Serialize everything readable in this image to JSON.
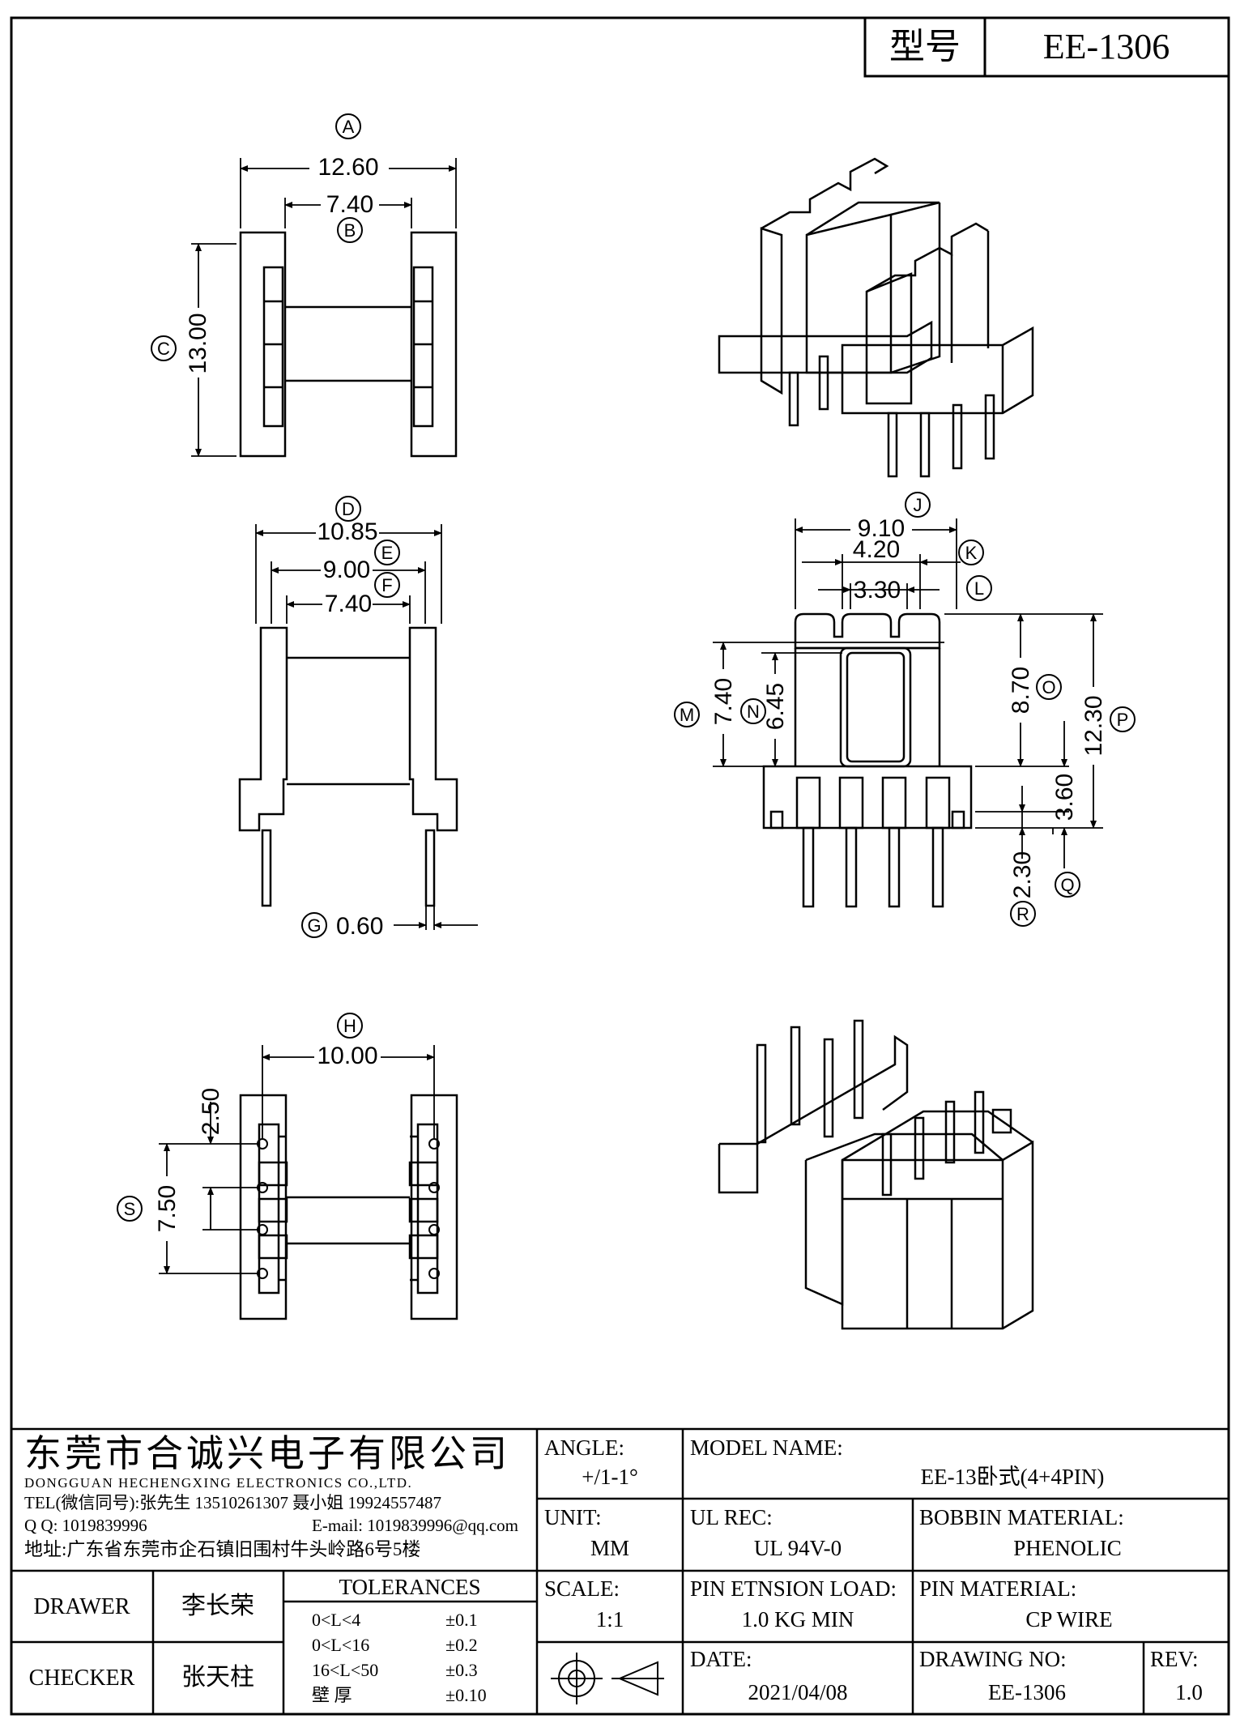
{
  "model_box": {
    "label": "型号",
    "value": "EE-1306"
  },
  "dimensions": {
    "top_view": {
      "A": "12.60",
      "B": "7.40",
      "C": "13.00"
    },
    "front_view": {
      "D": "10.85",
      "E": "9.00",
      "F": "7.40",
      "G": "0.60"
    },
    "bottom_view": {
      "H": "10.00",
      "S_pitch": "2.50",
      "S": "7.50"
    },
    "side_view": {
      "J": "9.10",
      "K": "4.20",
      "L": "3.30",
      "M": "7.40",
      "N": "6.45",
      "O": "8.70",
      "P": "12.30",
      "Q": "3.60",
      "R": "2.30"
    }
  },
  "markers": [
    "A",
    "B",
    "C",
    "D",
    "E",
    "F",
    "G",
    "H",
    "J",
    "K",
    "L",
    "M",
    "N",
    "O",
    "P",
    "Q",
    "R",
    "S"
  ],
  "title_block": {
    "company_cn": "东莞市合诚兴电子有限公司",
    "company_en": "DONGGUAN HECHENGXING ELECTRONICS CO.,LTD.",
    "tel": "TEL(微信同号):张先生 13510261307 聂小姐 19924557487",
    "qq": "Q Q: 1019839996",
    "email": "E-mail: 1019839996@qq.com",
    "address": "地址:广东省东莞市企石镇旧围村牛头岭路6号5楼",
    "angle_label": "ANGLE:",
    "angle_value": "+/1-1°",
    "unit_label": "UNIT:",
    "unit_value": "MM",
    "scale_label": "SCALE:",
    "scale_value": "1:1",
    "model_name_label": "MODEL NAME:",
    "model_name_value": "EE-13卧式(4+4PIN)",
    "ul_rec_label": "UL REC:",
    "ul_rec_value": "UL 94V-0",
    "bobbin_material_label": "BOBBIN MATERIAL:",
    "bobbin_material_value": "PHENOLIC",
    "pin_tension_label": "PIN ETNSION LOAD:",
    "pin_tension_value": "1.0 KG MIN",
    "pin_material_label": "PIN MATERIAL:",
    "pin_material_value": "CP WIRE",
    "date_label": "DATE:",
    "date_value": "2021/04/08",
    "drawing_no_label": "DRAWING NO:",
    "drawing_no_value": "EE-1306",
    "rev_label": "REV:",
    "rev_value": "1.0",
    "drawer_label": "DRAWER",
    "drawer_value": "李长荣",
    "checker_label": "CHECKER",
    "checker_value": "张天柱",
    "tolerances_label": "TOLERANCES",
    "tolerances": [
      {
        "range": "0<L<4",
        "value": "±0.1"
      },
      {
        "range": "0<L<16",
        "value": "±0.2"
      },
      {
        "range": "16<L<50",
        "value": "±0.3"
      },
      {
        "range": "壁   厚",
        "value": "±0.10"
      }
    ]
  }
}
